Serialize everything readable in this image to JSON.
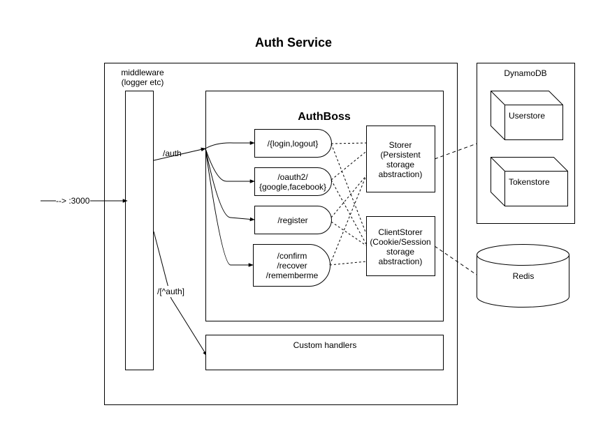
{
  "title": "Auth Service",
  "middleware": {
    "label_line1": "middleware",
    "label_line2": "(logger etc)"
  },
  "entry": {
    "label": "--> :3000"
  },
  "edges": {
    "auth": "/auth",
    "not_auth": "/[^auth]"
  },
  "authboss": {
    "title": "AuthBoss",
    "routes": [
      {
        "lines": [
          "/{login,logout}"
        ]
      },
      {
        "lines": [
          "/oauth2/",
          "{google,facebook}"
        ]
      },
      {
        "lines": [
          "/register"
        ]
      },
      {
        "lines": [
          "/confirm",
          "/recover",
          "/rememberme"
        ]
      }
    ]
  },
  "storer": {
    "lines": [
      "Storer",
      "(Persistent",
      "storage",
      "abstraction)"
    ]
  },
  "client_storer": {
    "lines": [
      "ClientStorer",
      "(Cookie/Session",
      "storage",
      "abstraction)"
    ]
  },
  "custom_handlers": {
    "label": "Custom handlers"
  },
  "dynamodb": {
    "title": "DynamoDB",
    "userstore": "Userstore",
    "tokenstore": "Tokenstore"
  },
  "redis": {
    "label": "Redis"
  }
}
